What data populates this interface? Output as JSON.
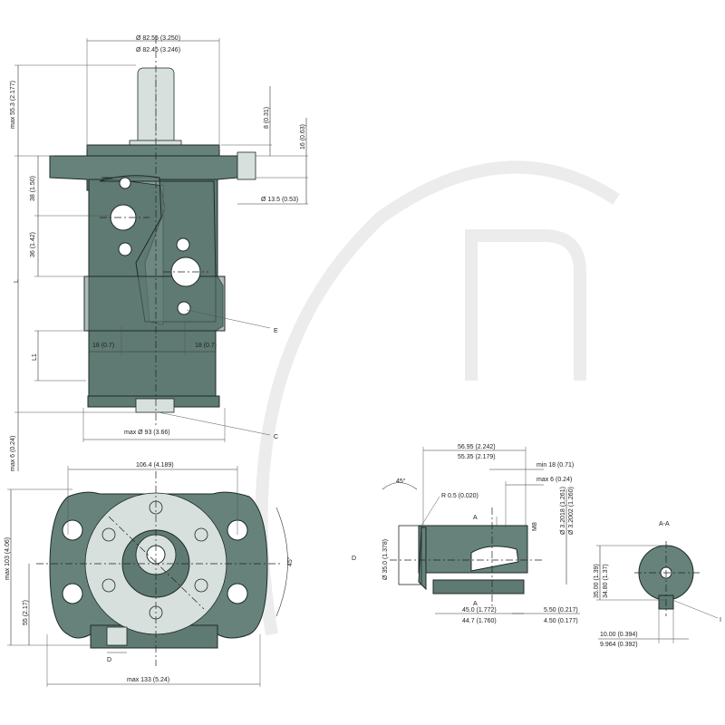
{
  "top_view": {
    "dia_top_1": "Ø 82.55 (3.250)",
    "dia_top_2": "Ø 82.45 (3.246)",
    "shaft_len": "max 55.3 (2.177)",
    "d_8": "8 (0.31)",
    "d_16": "16 (0.63)",
    "d_38": "38 (1.50)",
    "d_36": "36 (1.42)",
    "d_L": "L",
    "d_L1": "L1",
    "d_135": "Ø 13.5 (0.53)",
    "d_18a": "18 (0.7)",
    "d_18b": "18 (0.7)",
    "label_E": "E",
    "label_C": "C",
    "d_93": "max Ø 93 (3.66)",
    "d_max6": "max 6 (0.24)"
  },
  "front_view": {
    "d_1064": "106.4 (4.189)",
    "d_103": "max 103 (4.06)",
    "d_55": "55 (2.17)",
    "d_45deg": "45°",
    "label_D": "D",
    "d_133": "max 133 (5.24)"
  },
  "shaft_view": {
    "label_D": "D",
    "d_45deg": "45°",
    "r05": "R 0.5 (0.020)",
    "d_5695": "56.95 (2.242)",
    "d_5535": "55.35 (2.179)",
    "min18": "min 18 (0.71)",
    "max6": "max 6 (0.24)",
    "m8": "M8",
    "dia_32_1": "Ø 3.2018 (1.261)",
    "dia_32_2": "Ø 3.2002 (1.260)",
    "dia_35": "Ø 35.0 (1.378)",
    "label_A_top": "A",
    "label_A_bot": "A",
    "d_450": "45.0 (1.772)",
    "d_447": "44.7 (1.760)",
    "d_550": "5.50 (0.217)",
    "d_450b": "4.50 (0.177)"
  },
  "section_view": {
    "title": "A-A",
    "d_3500": "35.00 (1.39)",
    "d_3480": "34.80 (1.37)",
    "d_1000": "10.00 (0.394)",
    "d_9964": "9.964 (0.392)",
    "label_I": "I"
  }
}
